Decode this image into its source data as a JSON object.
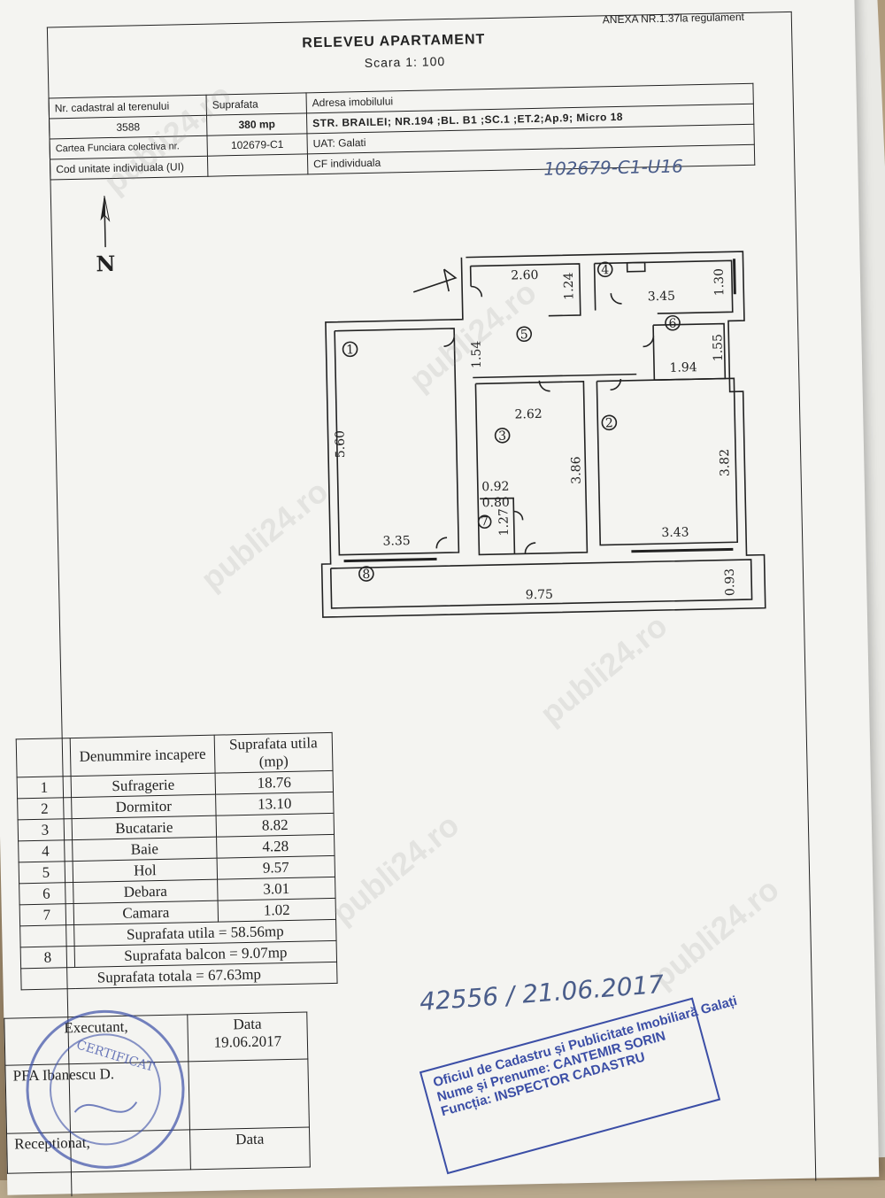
{
  "header": {
    "title": "RELEVEU  APARTAMENT",
    "scale": "Scara 1: 100",
    "annex": "ANEXA NR.1.37la regulament"
  },
  "info_table": {
    "r1": [
      "Nr. cadastral al terenului",
      "Suprafata",
      "Adresa imobilului"
    ],
    "r2": [
      "3588",
      "380  mp",
      "STR.  BRAILEI;  NR.194  ;BL.  B1  ;SC.1  ;ET.2;Ap.9;  Micro  18"
    ],
    "r3": [
      "Cartea Funciara colectiva nr.",
      "102679-C1",
      "UAT:  Galati"
    ],
    "r4": [
      "Cod unitate individuala (UI)",
      "",
      "CF  individuala"
    ]
  },
  "handwritten_cf": "102679-C1-U16",
  "north_label": "N",
  "plan": {
    "room_numbers": [
      "1",
      "2",
      "3",
      "4",
      "5",
      "6",
      "7",
      "8"
    ],
    "dims": {
      "d_2_60": "2.60",
      "d_1_24": "1.24",
      "d_3_45": "3.45",
      "d_1_30": "1.30",
      "d_1_54": "1.54",
      "d_1_55": "1.55",
      "d_1_94": "1.94",
      "d_5_60": "5.60",
      "d_2_62": "2.62",
      "d_3_86": "3.86",
      "d_3_82": "3.82",
      "d_0_92": "0.92",
      "d_0_80": "0.80",
      "d_1_27": "1.27",
      "d_3_35": "3.35",
      "d_3_43": "3.43",
      "d_9_75": "9.75",
      "d_0_93": "0.93"
    }
  },
  "rooms_table": {
    "head_name": "Denummire incapere",
    "head_area": "Suprafata utila (mp)",
    "rows": [
      {
        "num": "1",
        "name": "Sufragerie",
        "area": "18.76"
      },
      {
        "num": "2",
        "name": "Dormitor",
        "area": "13.10"
      },
      {
        "num": "3",
        "name": "Bucatarie",
        "area": "8.82"
      },
      {
        "num": "4",
        "name": "Baie",
        "area": "4.28"
      },
      {
        "num": "5",
        "name": "Hol",
        "area": "9.57"
      },
      {
        "num": "6",
        "name": "Debara",
        "area": "3.01"
      },
      {
        "num": "7",
        "name": "Camara",
        "area": "1.02"
      }
    ],
    "useful": "Suprafata  utila  =  58.56mp",
    "balcony_num": "8",
    "balcony": "Suprafata  balcon  =  9.07mp",
    "total": "Suprafata totala  =  67.63mp"
  },
  "signature_table": {
    "executant": "Executant,",
    "data_label": "Data",
    "data_value": "19.06.2017",
    "executor_name": "PFA Ibanescu D.",
    "receptionat": "Receptionat,",
    "data_label_2": "Data"
  },
  "handwritten_reg": "42556 / 21.06.2017",
  "stamp": {
    "line1": "Oficiul de Cadastru și Publicitate Imobiliară Galați",
    "line2_label": "Nume și Prenume:",
    "line2_value": "CANTEMIR SORIN",
    "line3_label": "Funcția:",
    "line3_value": "INSPECTOR CADASTRU"
  },
  "seal_text": "CERTIFICAT",
  "watermark": "publi24.ro"
}
